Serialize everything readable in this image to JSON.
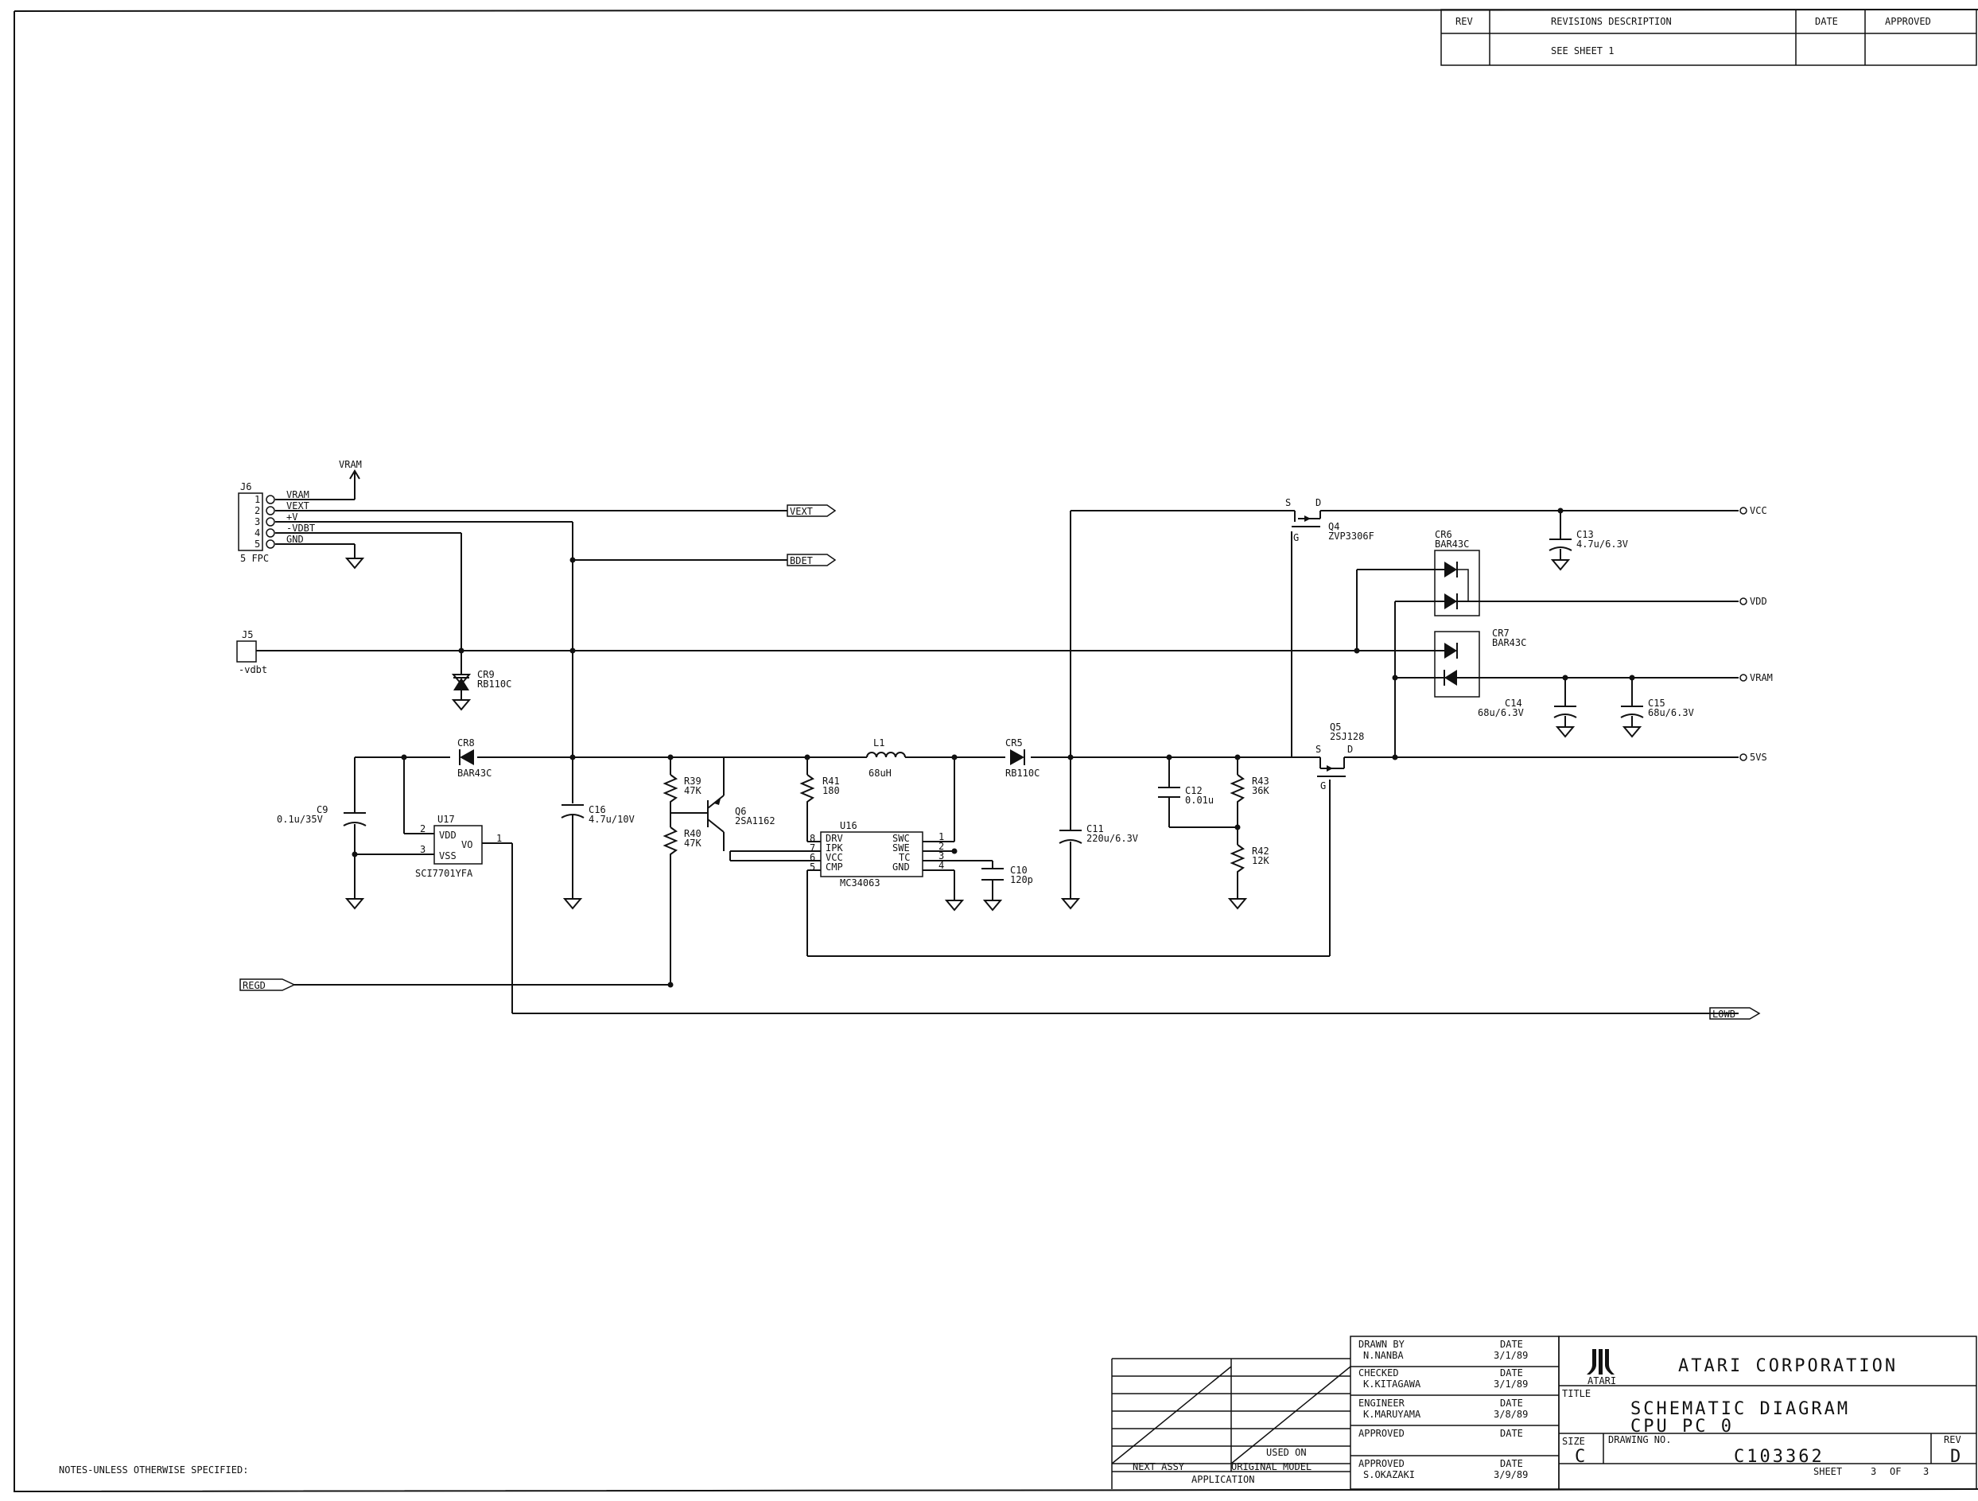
{
  "revision_block": {
    "headers": {
      "rev": "REV",
      "description": "REVISIONS DESCRIPTION",
      "date": "DATE",
      "approved": "APPROVED"
    },
    "entry": "SEE SHEET 1"
  },
  "connectors": {
    "j6": {
      "ref": "J6",
      "type": "5 FPC",
      "pins": [
        {
          "num": "1",
          "name": "VRAM"
        },
        {
          "num": "2",
          "name": "VEXT"
        },
        {
          "num": "3",
          "name": "+V"
        },
        {
          "num": "4",
          "name": "-VDBT"
        },
        {
          "num": "5",
          "name": "GND"
        }
      ]
    },
    "j5": {
      "ref": "J5",
      "name": "-vdbt"
    }
  },
  "power_labels": {
    "vram_top": "VRAM"
  },
  "net_flags": {
    "vext": "VEXT",
    "bdet": "BDET",
    "regd": "REGD",
    "lowb": "LOWB"
  },
  "outputs": {
    "vcc": "VCC",
    "vdd": "VDD",
    "vram": "VRAM",
    "svs": "5VS"
  },
  "components": {
    "cr9": {
      "ref": "CR9",
      "value": "RB110C"
    },
    "cr8": {
      "ref": "CR8",
      "value": "BAR43C"
    },
    "cr5": {
      "ref": "CR5",
      "value": "RB110C"
    },
    "cr6": {
      "ref": "CR6",
      "value": "BAR43C"
    },
    "cr7": {
      "ref": "CR7",
      "value": "BAR43C"
    },
    "c9": {
      "ref": "C9",
      "value": "0.1u/35V"
    },
    "c16": {
      "ref": "C16",
      "value": "4.7u/10V"
    },
    "c11": {
      "ref": "C11",
      "value": "220u/6.3V"
    },
    "c12": {
      "ref": "C12",
      "value": "0.01u"
    },
    "c10": {
      "ref": "C10",
      "value": "120p"
    },
    "c13": {
      "ref": "C13",
      "value": "4.7u/6.3V"
    },
    "c14": {
      "ref": "C14",
      "value": "68u/6.3V"
    },
    "c15": {
      "ref": "C15",
      "value": "68u/6.3V"
    },
    "r39": {
      "ref": "R39",
      "value": "47K"
    },
    "r40": {
      "ref": "R40",
      "value": "47K"
    },
    "r41": {
      "ref": "R41",
      "value": "180"
    },
    "r42": {
      "ref": "R42",
      "value": "12K"
    },
    "r43": {
      "ref": "R43",
      "value": "36K"
    },
    "l1": {
      "ref": "L1",
      "value": "68uH"
    },
    "q6": {
      "ref": "Q6",
      "value": "2SA1162"
    },
    "q4": {
      "ref": "Q4",
      "value": "ZVP3306F"
    },
    "q5": {
      "ref": "Q5",
      "value": "2SJ128"
    },
    "u17": {
      "ref": "U17",
      "value": "SCI7701YFA",
      "pins": [
        "2",
        "3",
        "1"
      ],
      "pin_names": [
        "VDD",
        "VSS",
        "VO"
      ]
    },
    "u16": {
      "ref": "U16",
      "value": "MC34063",
      "left_pins": [
        {
          "num": "8",
          "name": "DRV"
        },
        {
          "num": "7",
          "name": "IPK"
        },
        {
          "num": "6",
          "name": "VCC"
        },
        {
          "num": "5",
          "name": "CMP"
        }
      ],
      "right_pins": [
        {
          "num": "1",
          "name": "SWC"
        },
        {
          "num": "2",
          "name": "SWE"
        },
        {
          "num": "3",
          "name": "TC"
        },
        {
          "num": "4",
          "name": "GND"
        }
      ]
    }
  },
  "fet_pins": {
    "s": "S",
    "d": "D",
    "g": "G"
  },
  "notes": "NOTES-UNLESS OTHERWISE SPECIFIED:",
  "title_block": {
    "drawn_by_label": "DRAWN BY",
    "drawn_by": "N.NANBA",
    "checked_label": "CHECKED",
    "checked": "K.KITAGAWA",
    "engineer_label": "ENGINEER",
    "engineer": "K.MARUYAMA",
    "approved_label": "APPROVED",
    "approved": "S.OKAZAKI",
    "date_label": "DATE",
    "dates": {
      "drawn": "3/1/89",
      "checked": "3/1/89",
      "engineer": "3/8/89",
      "approved": "3/9/89"
    },
    "company": "ATARI CORPORATION",
    "logo_text": "ATARI",
    "title_label": "TITLE",
    "title_line1": "SCHEMATIC DIAGRAM",
    "title_line2": "CPU PC 0",
    "size_label": "SIZE",
    "size": "C",
    "drawing_no_label": "DRAWING NO.",
    "drawing_no": "C103362",
    "rev_label": "REV",
    "rev": "D",
    "sheet_label": "SHEET",
    "sheet": "3",
    "of_label": "OF",
    "sheet_total": "3",
    "next_assy": "NEXT ASSY",
    "used_on": "USED ON",
    "original_model": "ORIGINAL MODEL",
    "application": "APPLICATION"
  }
}
